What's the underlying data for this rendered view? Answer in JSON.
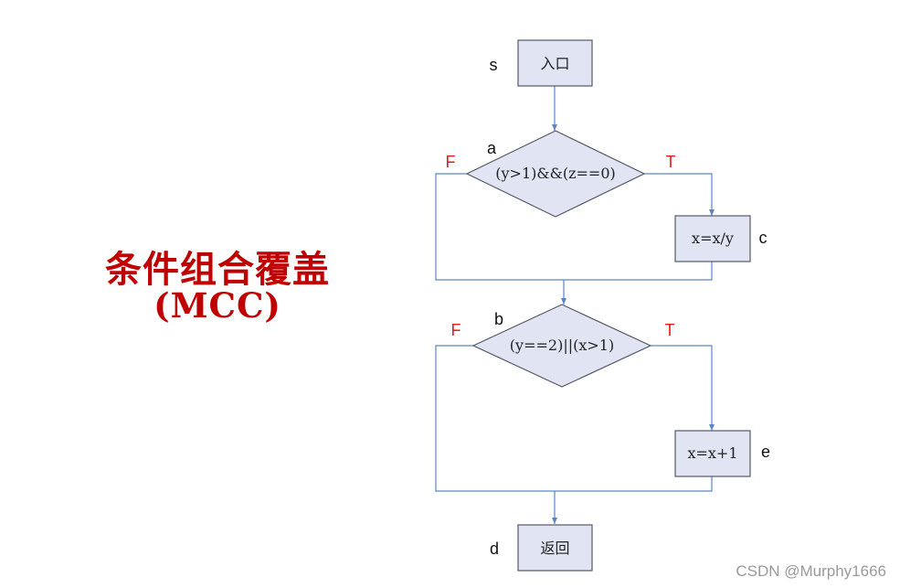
{
  "title": {
    "main": "条件组合覆盖",
    "sub": "(MCC)"
  },
  "nodes": {
    "start": {
      "label": "s",
      "text": "入口"
    },
    "cond_a": {
      "label": "a",
      "text": "(y>1)&&(z==0)",
      "true_label": "T",
      "false_label": "F"
    },
    "stmt_c": {
      "label": "c",
      "text": "x=x/y"
    },
    "cond_b": {
      "label": "b",
      "text": "(y==2)||(x>1)",
      "true_label": "T",
      "false_label": "F"
    },
    "stmt_e": {
      "label": "e",
      "text": "x=x+1"
    },
    "end": {
      "label": "d",
      "text": "返回"
    }
  },
  "colors": {
    "title": "#c00000",
    "box_fill": "#e1e4f2",
    "flow_line": "#5b86c6",
    "branch_label": "#e02020"
  },
  "watermark": "CSDN @Murphy1666"
}
